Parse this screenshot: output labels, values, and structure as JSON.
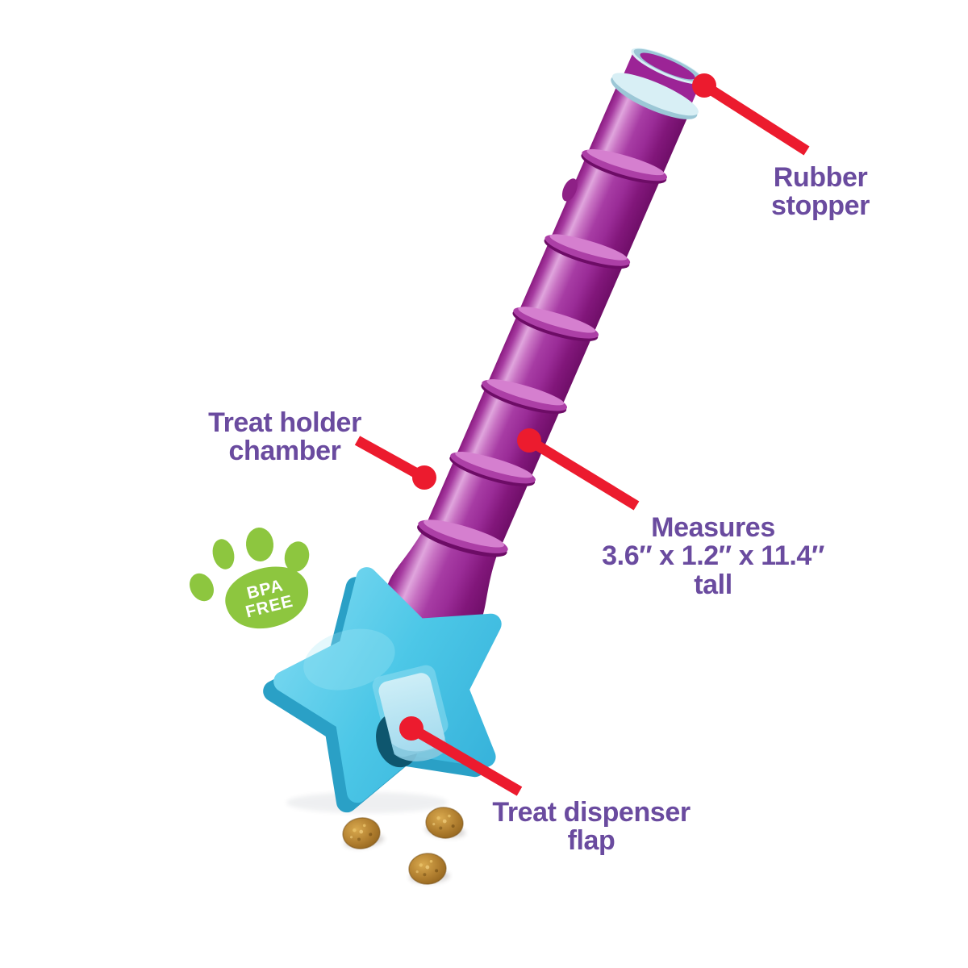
{
  "annotations": {
    "rubber_stopper": "Rubber stopper",
    "treat_holder_chamber": "Treat holder\nchamber",
    "measures": "Measures\n3.6″ x 1.2″ x 11.4″ tall",
    "treat_dispenser_flap": "Treat dispenser\nflap"
  },
  "badge": {
    "line1": "BPA",
    "line2": "FREE"
  },
  "colors": {
    "annotation_red": "#EC1B2E",
    "label_purple": "#6A4B9F",
    "tube_magenta": "#A42DA0",
    "stopper_light_blue": "#D8EFF5",
    "star_blue": "#4AC7E7",
    "flap_light_blue": "#BCE6F3",
    "opening_dark_teal": "#0E566E",
    "paw_green": "#8DC63F",
    "treat_brown": "#B07E2F",
    "background": "#FFFFFF"
  }
}
